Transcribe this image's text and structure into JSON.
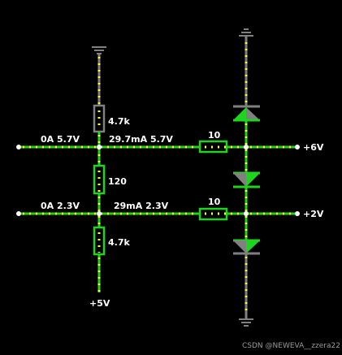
{
  "labels": {
    "r_top": "4.7k",
    "r_mid": "120",
    "r_bot": "4.7k",
    "r_h1": "10",
    "r_h2": "10",
    "row1_left": "0A 5.7V",
    "row1_mid": "29.7mA 5.7V",
    "row2_left": "0A 2.3V",
    "row2_mid": "29mA 2.3V",
    "v_right1": "+6V",
    "v_right2": "+2V",
    "v_bottom": "+5V"
  },
  "watermark": "CSDN @NEWEVA__zzera22",
  "colors": {
    "wire_active": "#1ed41e",
    "wire_idle": "#808080",
    "current_dot": "#ffff33",
    "background": "#000000"
  }
}
